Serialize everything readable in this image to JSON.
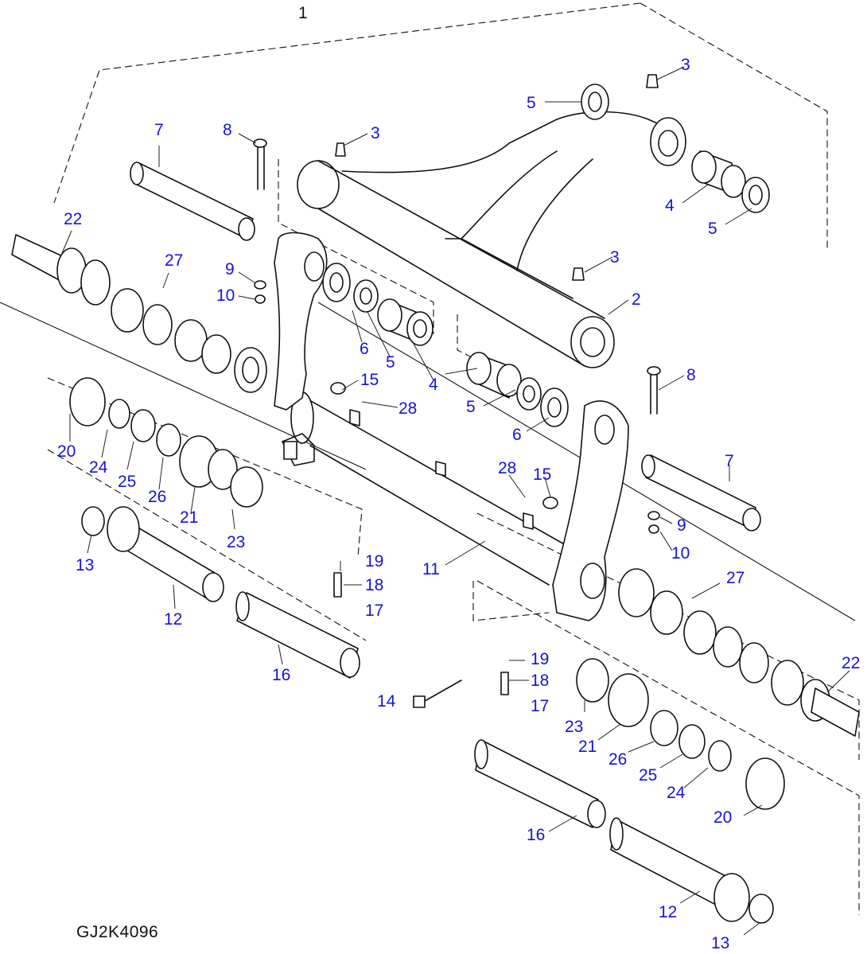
{
  "diagram": {
    "document_code": "GJ2K4096",
    "callouts": [
      {
        "id": "c1",
        "label": "1",
        "color": "dark"
      },
      {
        "id": "c3a",
        "label": "3"
      },
      {
        "id": "c3b",
        "label": "3"
      },
      {
        "id": "c3c",
        "label": "3"
      },
      {
        "id": "c5a",
        "label": "5"
      },
      {
        "id": "c5b",
        "label": "5"
      },
      {
        "id": "c5c",
        "label": "5"
      },
      {
        "id": "c5d",
        "label": "5"
      },
      {
        "id": "c4a",
        "label": "4"
      },
      {
        "id": "c4b",
        "label": "4"
      },
      {
        "id": "c2",
        "label": "2"
      },
      {
        "id": "c7a",
        "label": "7"
      },
      {
        "id": "c7b",
        "label": "7"
      },
      {
        "id": "c8a",
        "label": "8"
      },
      {
        "id": "c8b",
        "label": "8"
      },
      {
        "id": "c22a",
        "label": "22"
      },
      {
        "id": "c22b",
        "label": "22"
      },
      {
        "id": "c27a",
        "label": "27"
      },
      {
        "id": "c27b",
        "label": "27"
      },
      {
        "id": "c9a",
        "label": "9"
      },
      {
        "id": "c9b",
        "label": "9"
      },
      {
        "id": "c10a",
        "label": "10"
      },
      {
        "id": "c10b",
        "label": "10"
      },
      {
        "id": "c6a",
        "label": "6"
      },
      {
        "id": "c6b",
        "label": "6"
      },
      {
        "id": "c15a",
        "label": "15"
      },
      {
        "id": "c15b",
        "label": "15"
      },
      {
        "id": "c28a",
        "label": "28"
      },
      {
        "id": "c28b",
        "label": "28"
      },
      {
        "id": "c20a",
        "label": "20"
      },
      {
        "id": "c20b",
        "label": "20"
      },
      {
        "id": "c24a",
        "label": "24"
      },
      {
        "id": "c24b",
        "label": "24"
      },
      {
        "id": "c25a",
        "label": "25"
      },
      {
        "id": "c25b",
        "label": "25"
      },
      {
        "id": "c26a",
        "label": "26"
      },
      {
        "id": "c26b",
        "label": "26"
      },
      {
        "id": "c21a",
        "label": "21"
      },
      {
        "id": "c21b",
        "label": "21"
      },
      {
        "id": "c23a",
        "label": "23"
      },
      {
        "id": "c23b",
        "label": "23"
      },
      {
        "id": "c11",
        "label": "11"
      },
      {
        "id": "c19a",
        "label": "19"
      },
      {
        "id": "c19b",
        "label": "19"
      },
      {
        "id": "c18a",
        "label": "18"
      },
      {
        "id": "c18b",
        "label": "18"
      },
      {
        "id": "c17a",
        "label": "17"
      },
      {
        "id": "c17b",
        "label": "17"
      },
      {
        "id": "c13a",
        "label": "13"
      },
      {
        "id": "c13b",
        "label": "13"
      },
      {
        "id": "c12a",
        "label": "12"
      },
      {
        "id": "c12b",
        "label": "12"
      },
      {
        "id": "c16a",
        "label": "16"
      },
      {
        "id": "c16b",
        "label": "16"
      },
      {
        "id": "c14",
        "label": "14"
      }
    ]
  }
}
